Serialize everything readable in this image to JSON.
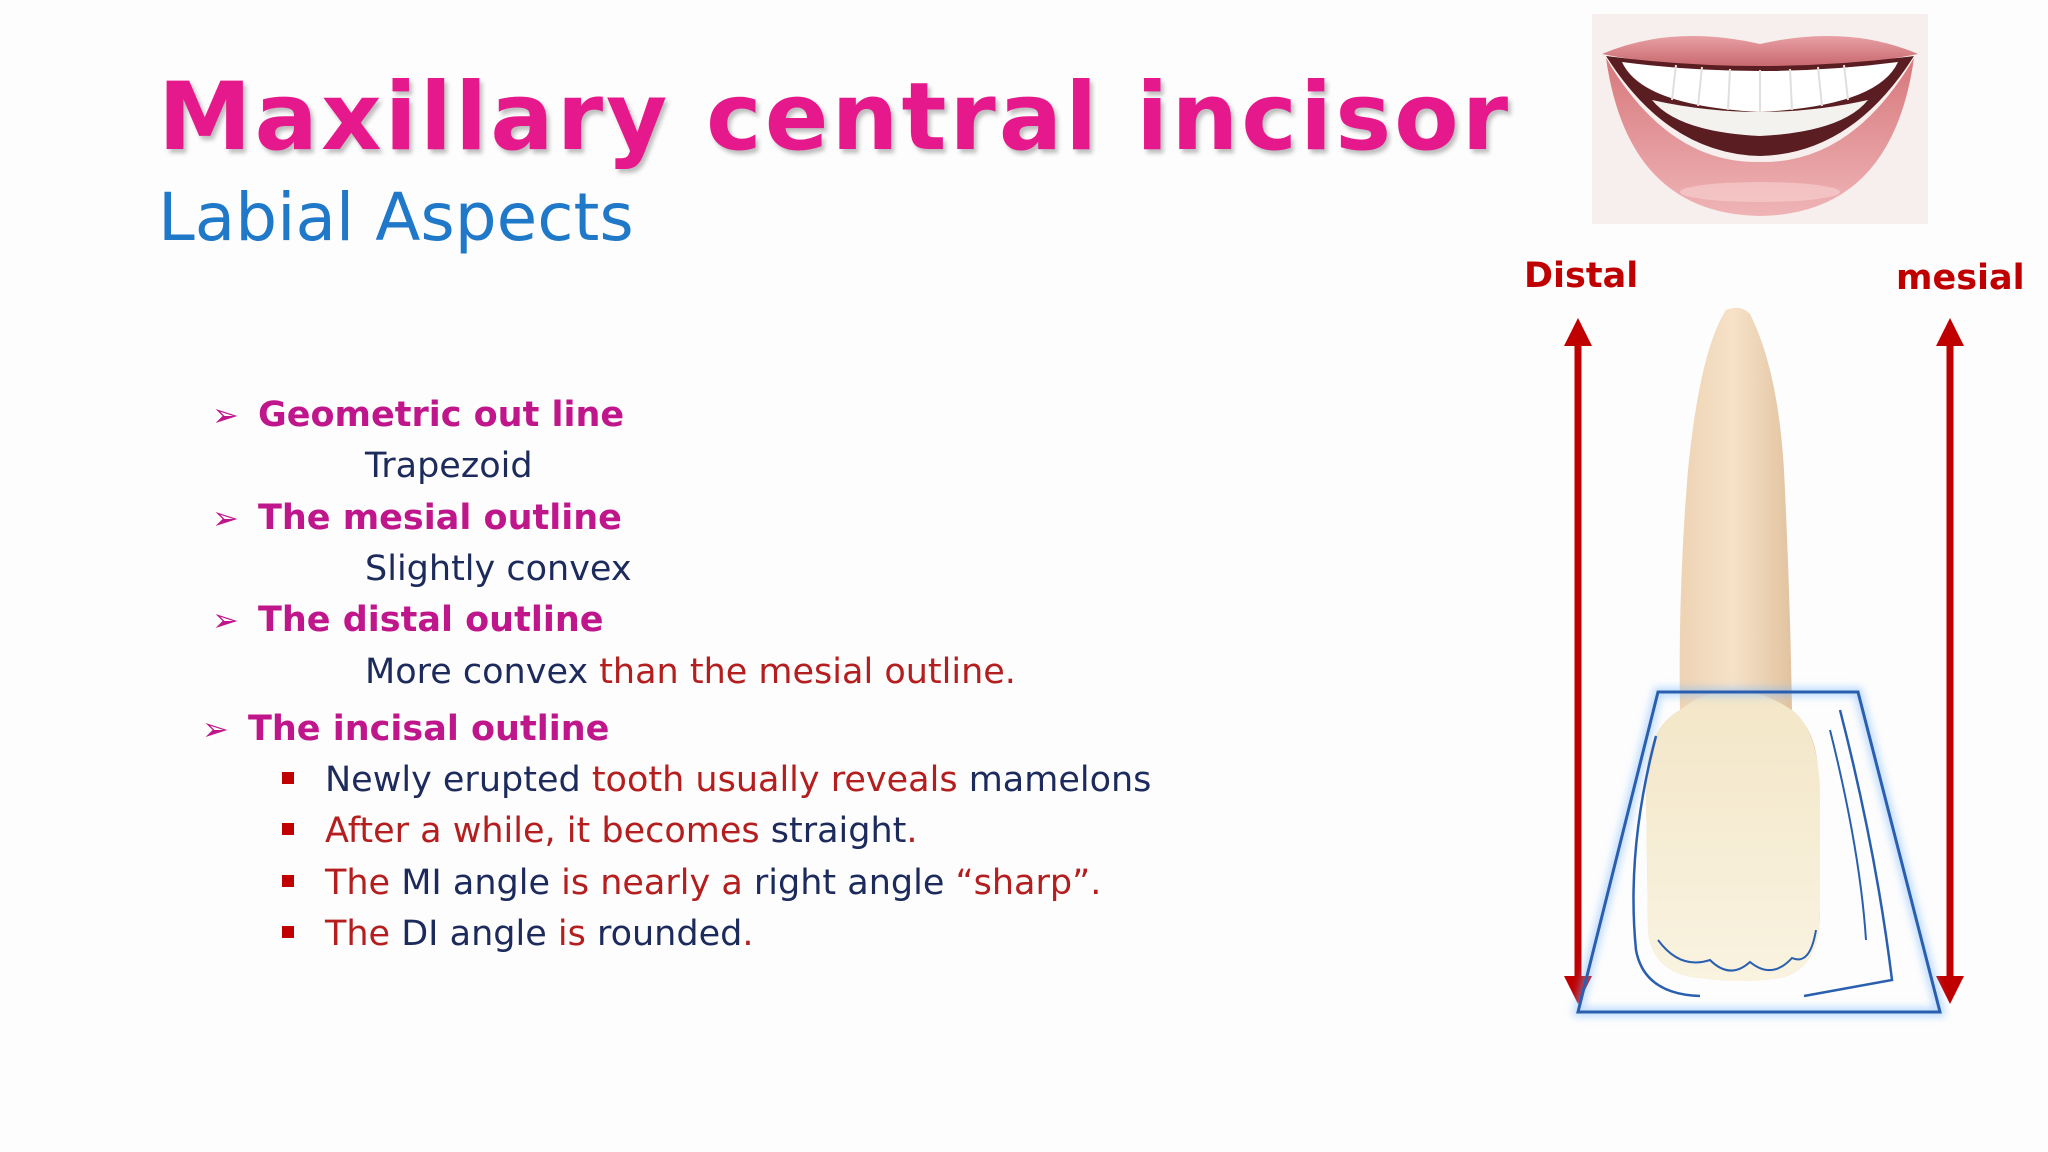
{
  "colors": {
    "title": "#e6198c",
    "subtitle": "#1f78c8",
    "heading": "#c0168c",
    "body_navy": "#1d2b5c",
    "body_red": "#b41e1e",
    "bullet_red": "#c00000",
    "arrow_red": "#c00000",
    "outline_blue": "#2a5fb0"
  },
  "slide": {
    "title": "Maxillary central incisor",
    "subtitle": "Labial Aspects"
  },
  "sections": [
    {
      "heading": "Geometric out line",
      "detail": [
        {
          "text": "Trapezoid",
          "tone": "navy"
        }
      ]
    },
    {
      "heading": "The mesial outline",
      "detail": [
        {
          "text": "Slightly convex",
          "tone": "navy"
        }
      ]
    },
    {
      "heading": "The distal outline",
      "detail": [
        {
          "text": "More convex ",
          "tone": "navy"
        },
        {
          "text": "than the mesial outline.",
          "tone": "red"
        }
      ]
    }
  ],
  "incisal": {
    "heading": "The incisal outline",
    "bullets": [
      [
        {
          "text": " Newly erupted ",
          "tone": "navy"
        },
        {
          "text": "tooth usually reveals ",
          "tone": "red"
        },
        {
          "text": "mamelons",
          "tone": "navy"
        }
      ],
      [
        {
          "text": " After a while, it becomes ",
          "tone": "red"
        },
        {
          "text": "straight",
          "tone": "navy"
        },
        {
          "text": ".",
          "tone": "red"
        }
      ],
      [
        {
          "text": "The ",
          "tone": "red"
        },
        {
          "text": "MI angle ",
          "tone": "navy"
        },
        {
          "text": "is nearly a ",
          "tone": "red"
        },
        {
          "text": "right angle ",
          "tone": "navy"
        },
        {
          "text": "“sharp”.",
          "tone": "red"
        }
      ],
      [
        {
          "text": "The ",
          "tone": "red"
        },
        {
          "text": "DI angle ",
          "tone": "navy"
        },
        {
          "text": "is ",
          "tone": "red"
        },
        {
          "text": "rounded",
          "tone": "navy"
        },
        {
          "text": ".",
          "tone": "red"
        }
      ]
    ]
  },
  "diagram": {
    "left_label": "Distal",
    "right_label": "mesial"
  },
  "icons": {
    "section_bullet": "arrowhead-bullet-icon",
    "incisal_bullet": "square-bullet-icon",
    "smile_photo": "smile-photo-icon",
    "tooth": "tooth-illustration-icon"
  }
}
